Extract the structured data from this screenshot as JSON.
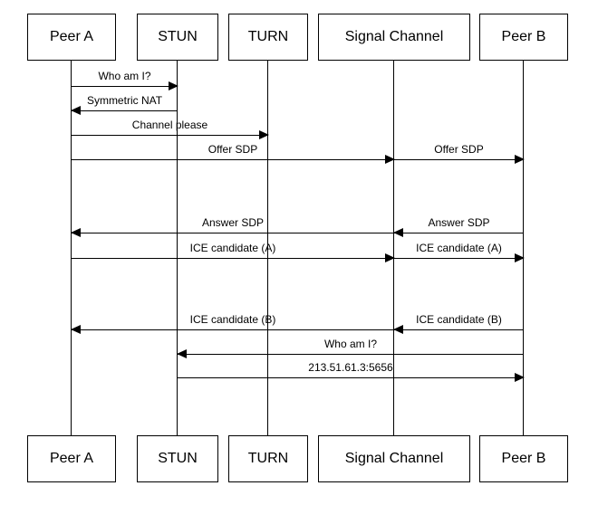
{
  "diagram": {
    "type": "sequence-diagram",
    "actors": [
      {
        "id": "peer-a",
        "label": "Peer A"
      },
      {
        "id": "stun",
        "label": "STUN"
      },
      {
        "id": "turn",
        "label": "TURN"
      },
      {
        "id": "signal-channel",
        "label": "Signal Channel"
      },
      {
        "id": "peer-b",
        "label": "Peer B"
      }
    ],
    "messages": [
      {
        "from": "Peer A",
        "to": "STUN",
        "label": "Who am I?"
      },
      {
        "from": "STUN",
        "to": "Peer A",
        "label": "Symmetric NAT"
      },
      {
        "from": "Peer A",
        "to": "TURN",
        "label": "Channel please"
      },
      {
        "from": "Peer A",
        "to": "Signal Channel",
        "label": "Offer SDP"
      },
      {
        "from": "Signal Channel",
        "to": "Peer B",
        "label": "Offer SDP"
      },
      {
        "from": "Signal Channel",
        "to": "Peer A",
        "label": "Answer SDP"
      },
      {
        "from": "Peer B",
        "to": "Signal Channel",
        "label": "Answer SDP"
      },
      {
        "from": "Peer A",
        "to": "Signal Channel",
        "label": "ICE candidate (A)"
      },
      {
        "from": "Signal Channel",
        "to": "Peer B",
        "label": "ICE candidate (A)"
      },
      {
        "from": "Signal Channel",
        "to": "Peer A",
        "label": "ICE candidate (B)"
      },
      {
        "from": "Peer B",
        "to": "Signal Channel",
        "label": "ICE candidate (B)"
      },
      {
        "from": "Peer B",
        "to": "STUN",
        "label": "Who am I?"
      },
      {
        "from": "STUN",
        "to": "Peer B",
        "label": "213.51.61.3:5656"
      }
    ],
    "colors": {
      "line": "#000000",
      "background": "#ffffff",
      "box_fill": "#ffffff"
    }
  }
}
